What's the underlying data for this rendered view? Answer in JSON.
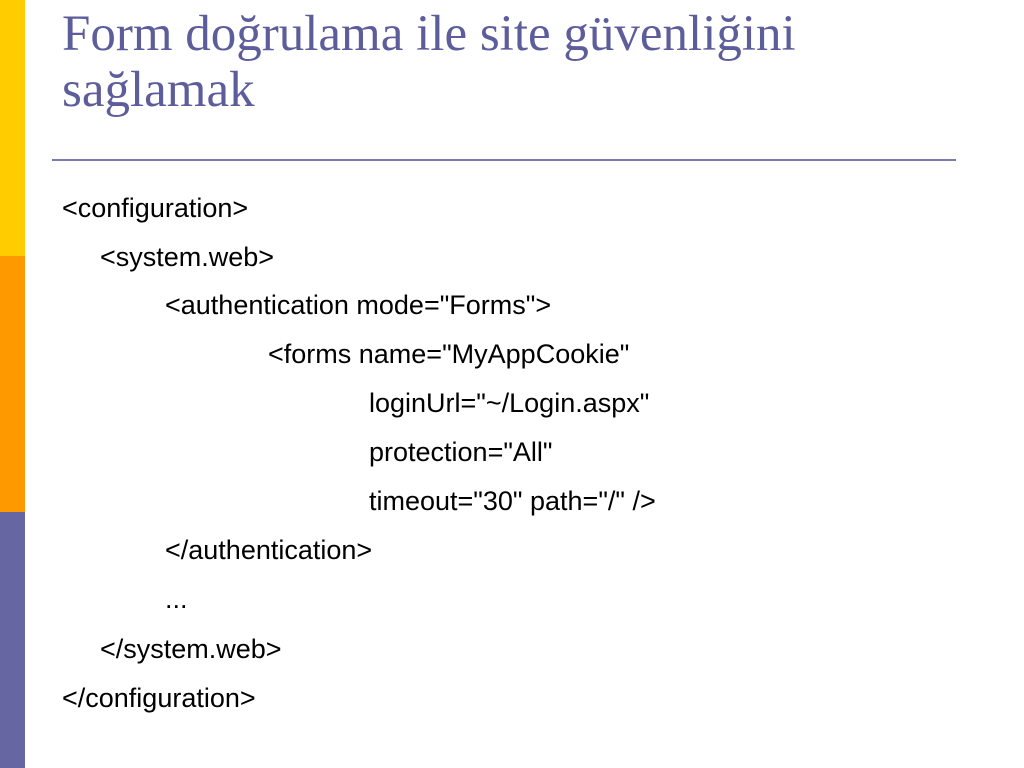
{
  "colors": {
    "side_yellow": "#ffcc00",
    "side_orange": "#ff9900",
    "side_purple": "#6666a3",
    "title": "#5d5d9c",
    "rule": "#7a7aae",
    "text": "#000000"
  },
  "slide": {
    "title_lines": [
      "Form doğrulama ile site güvenliğini",
      "sağlamak"
    ],
    "code_lines": [
      "<configuration>",
      "<system.web>",
      "<authentication mode=\"Forms\">",
      "<forms name=\"MyAppCookie\"",
      "loginUrl=\"~/Login.aspx\"",
      "protection=\"All\"",
      "timeout=\"30\" path=\"/\" />",
      "</authentication>",
      "...",
      "</system.web>",
      "</configuration>"
    ]
  }
}
